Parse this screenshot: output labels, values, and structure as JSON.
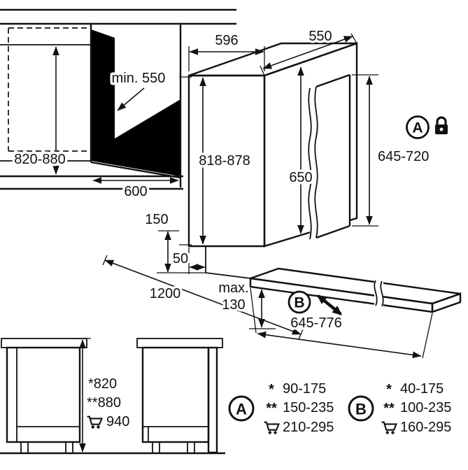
{
  "drawing": {
    "niche": {
      "height": "820-880",
      "depth_min": "min. 550",
      "width": "600"
    },
    "appliance": {
      "width": "596",
      "depth": "550",
      "height": "818-878",
      "inner_height": "650"
    },
    "door_a": {
      "marker": "A",
      "height": "645-720"
    },
    "plinth": {
      "height": "150",
      "recess": "50",
      "max_label": "max.",
      "max_value": "130"
    },
    "clearance": "1200",
    "door_b": {
      "marker": "B",
      "height": "645-776"
    }
  },
  "side_views": {
    "h_standard": "*820",
    "h_raised": "**880",
    "h_cart": "940"
  },
  "legend": {
    "a": {
      "label": "A",
      "rows": [
        {
          "symbol": "*",
          "range": "90-175"
        },
        {
          "symbol": "**",
          "range": "150-235"
        },
        {
          "symbol": "cart",
          "range": "210-295"
        }
      ]
    },
    "b": {
      "label": "B",
      "rows": [
        {
          "symbol": "*",
          "range": "40-175"
        },
        {
          "symbol": "**",
          "range": "100-235"
        },
        {
          "symbol": "cart",
          "range": "160-295"
        }
      ]
    }
  },
  "icons": {
    "lock": "padlock",
    "cart": "shopping-cart",
    "slide_arrow": "slide-double-arrow"
  },
  "colors": {
    "line": "#111111",
    "shadow": "#000000",
    "background": "#ffffff"
  }
}
